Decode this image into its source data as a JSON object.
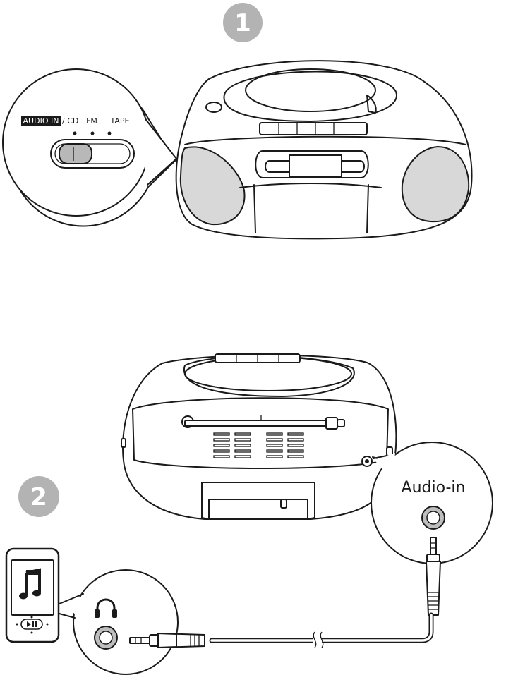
{
  "steps": {
    "step1": {
      "number": "1"
    },
    "step2": {
      "number": "2"
    }
  },
  "source_selector": {
    "active_label": "AUDIO IN",
    "labels": [
      "/ CD",
      "FM",
      "TAPE"
    ],
    "selected": "AUDIO IN"
  },
  "audio_in_callout": {
    "label": "Audio-in"
  },
  "colors": {
    "step_badge": "#b3b3b3",
    "line": "#1a1a1a",
    "speaker_fill": "#d8d8d8"
  },
  "icons": {
    "headphone": "headphone-icon",
    "music_note": "music-note-icon",
    "play_pause": "play-pause-icon"
  }
}
